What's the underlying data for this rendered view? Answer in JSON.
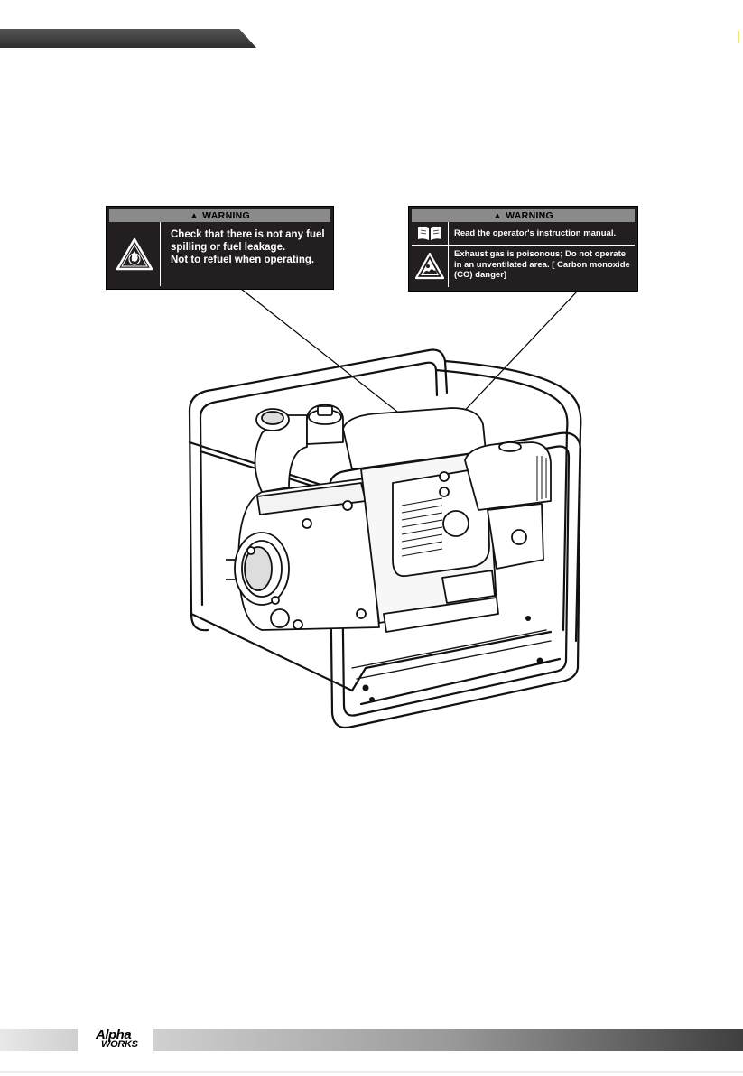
{
  "labels": {
    "fuel": {
      "header": "WARNING",
      "lines": [
        "Check that there is not any fuel",
        "spilling or fuel leakage.",
        "Not to refuel when operating."
      ],
      "icon": "flammable-warning-icon"
    },
    "exhaust": {
      "header": "WARNING",
      "manual_text": "Read the operator's instruction manual.",
      "manual_icon": "open-book-icon",
      "exhaust_lines": [
        "Exhaust gas is poisonous; Do not operate",
        "in an unventilated area. [ Carbon monoxide",
        "(CO) danger]"
      ],
      "exhaust_icon": "toxic-fumes-warning-icon"
    }
  },
  "illustration": {
    "icon": "water-pump-engine-illustration"
  },
  "footer": {
    "brand_line1": "Alpha",
    "brand_line2": "WORKS"
  },
  "colors": {
    "header_bar": "#3a3a3a",
    "label_bg": "#231f20",
    "label_header": "#8a8a8a",
    "footer_dark": "#3f3f3f"
  }
}
